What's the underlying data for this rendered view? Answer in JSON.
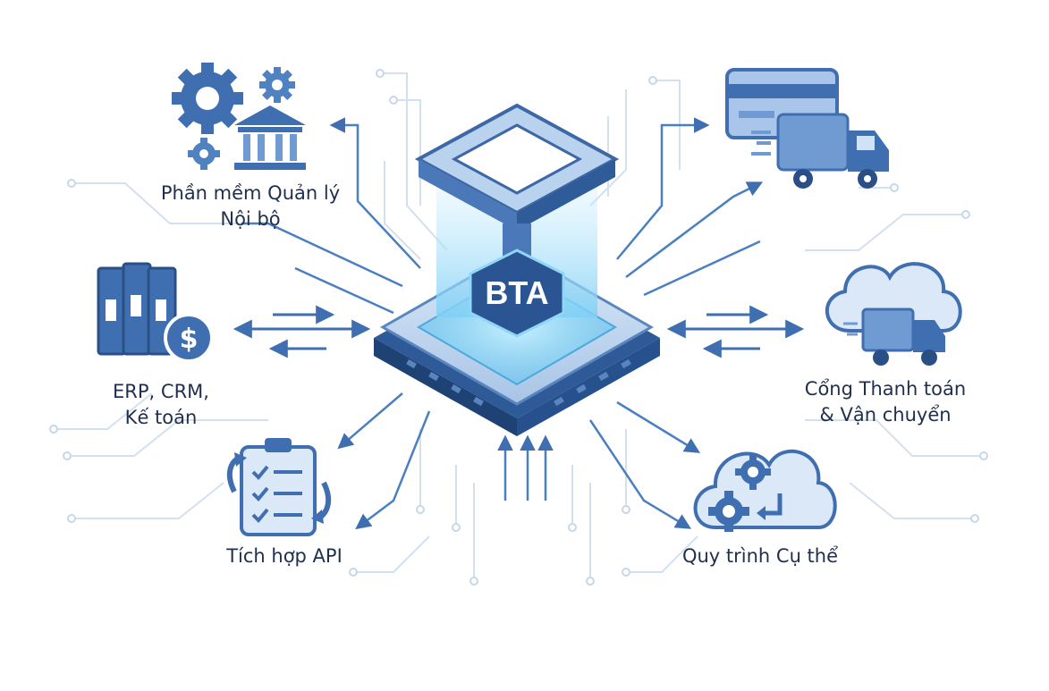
{
  "hub": {
    "label": "BTA"
  },
  "nodes": {
    "internal_software": {
      "line1": "Phần mềm Quản lý",
      "line2": "Nội bộ",
      "icon": "gears-bank-icon"
    },
    "erp": {
      "line1": "ERP, CRM,",
      "line2": "Kế toán",
      "icon": "binders-dollar-icon"
    },
    "api": {
      "line1": "Tích hợp API",
      "icon": "clipboard-checklist-icon"
    },
    "payment_shipping": {
      "line1": "Cổng Thanh toán",
      "line2": "& Vận chuyển",
      "icon": "cloud-truck-icon"
    },
    "process": {
      "line1": "Quy trình Cụ thể",
      "icon": "cloud-gears-icon"
    },
    "card_truck": {
      "icon": "card-truck-icon"
    }
  },
  "colors": {
    "primary": "#3f6fb0",
    "dark": "#2a4f86",
    "light": "#a9c6ea",
    "glow": "#8fd6f7",
    "text": "#1f2f4d"
  }
}
